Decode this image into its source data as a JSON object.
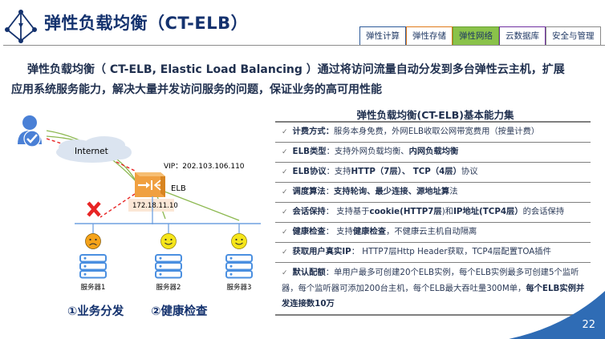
{
  "header": {
    "title": "弹性负载均衡（CT-ELB）",
    "logo_icon": "network-diamond-icon"
  },
  "tabs": [
    {
      "label": "弹性计算",
      "color": "#2e5b99",
      "active": false
    },
    {
      "label": "弹性存储",
      "color": "#e07a1a",
      "active": false
    },
    {
      "label": "弹性网络",
      "color": "#8ac24a",
      "active": true
    },
    {
      "label": "云数据库",
      "color": "#7030a0",
      "active": false
    },
    {
      "label": "安全与管理",
      "color": "#8a8a8a",
      "active": false
    }
  ],
  "intro": {
    "line1": "弹性负载均衡（ CT-ELB, Elastic Load Balancing ）通过将访问流量自动分发到多台弹性云主机，扩展",
    "line2": "应用系统服务能力，解决大量并发访问服务的问题，保证业务的高可用性能"
  },
  "panel": {
    "title": "弹性负载均衡(CT-ELB)基本能力集",
    "check_glyph": "✓",
    "items": [
      {
        "parts": [
          {
            "t": "计费方式：",
            "b": true
          },
          {
            "t": "服务本身免费，外网ELB收取公网带宽费用（按量计费）",
            "b": false
          }
        ]
      },
      {
        "parts": [
          {
            "t": "ELB类型",
            "b": true
          },
          {
            "t": "：支持外网负载均衡、",
            "b": false
          },
          {
            "t": "内网负载均衡",
            "b": true
          }
        ]
      },
      {
        "parts": [
          {
            "t": "ELB协议",
            "b": true
          },
          {
            "t": "：支持",
            "b": false
          },
          {
            "t": "HTTP（7层）、 TCP（4层）",
            "b": true
          },
          {
            "t": "协议",
            "b": false
          }
        ]
      },
      {
        "parts": [
          {
            "t": "调度算法",
            "b": true
          },
          {
            "t": "：",
            "b": false
          },
          {
            "t": "支持轮询、最少连接、源地址算",
            "b": true
          },
          {
            "t": "法",
            "b": false
          }
        ]
      },
      {
        "parts": [
          {
            "t": "会话保持",
            "b": true
          },
          {
            "t": "： 支持基于",
            "b": false
          },
          {
            "t": "cookie(HTTP7层",
            "b": true
          },
          {
            "t": ")和",
            "b": false
          },
          {
            "t": "IP地址(TCP4层）",
            "b": true
          },
          {
            "t": "的会话保持",
            "b": false
          }
        ]
      },
      {
        "parts": [
          {
            "t": "健康检查",
            "b": true
          },
          {
            "t": "： 支持",
            "b": false
          },
          {
            "t": "健康检查",
            "b": true
          },
          {
            "t": "，不健康云主机自动隔离",
            "b": false
          }
        ]
      },
      {
        "parts": [
          {
            "t": "获取用户真实IP",
            "b": true
          },
          {
            "t": "： HTTP7层Http Header获取，TCP4层配置TOA插件",
            "b": false
          }
        ]
      },
      {
        "parts": [
          {
            "t": "默认配额",
            "b": true
          },
          {
            "t": "：单用户最多可创建20个ELB实例，每个ELB实例最多可创建5个监听器，每个监听器可添加200台主机，每个ELB最大吞吐量300M单，",
            "b": false
          },
          {
            "t": "每个ELB实例并发连接数10万",
            "b": true
          }
        ]
      }
    ]
  },
  "diagram": {
    "internet_label": "Internet",
    "vip_label": "VIP：202.103.106.110",
    "elb_label": "ELB",
    "internal_ip_label": "172.18.11.10",
    "servers": [
      {
        "label": "服务器1",
        "status": "unhealthy",
        "face_color": "#f5a31a"
      },
      {
        "label": "服务器2",
        "status": "healthy",
        "face_color": "#f5e51a"
      },
      {
        "label": "服务器3",
        "status": "healthy",
        "face_color": "#f5e51a"
      }
    ],
    "step1_label": "①业务分发",
    "step2_label": "②健康检查",
    "colors": {
      "traffic": "#8cb84f",
      "failed": "#e82525",
      "lan": "#6fa0e0",
      "elb": "#f0a040"
    }
  },
  "footer": {
    "page_number": "22",
    "accent_color": "#2f6cb5"
  }
}
